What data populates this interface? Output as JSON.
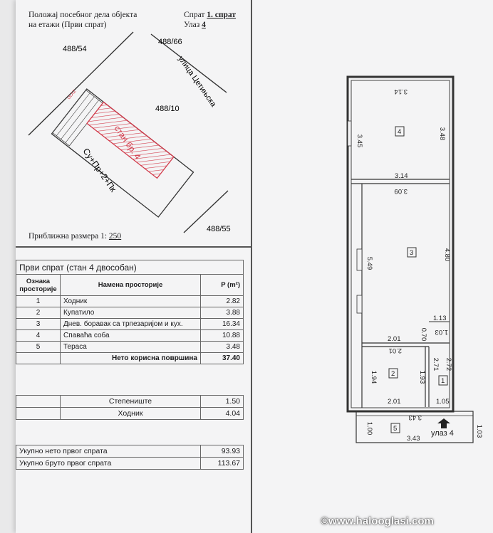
{
  "header": {
    "left_line1": "Положај посебног дела објекта",
    "left_line2": "на етажи (Први спрат)",
    "floor_label": "Спрат",
    "floor_value": "1. спрат",
    "entrance_label": "Улаз",
    "entrance_value": "4"
  },
  "site_plan": {
    "parcel_nw": "488/54",
    "parcel_ne": "488/66",
    "parcel_center": "488/10",
    "parcel_se": "488/55",
    "street": "улица  Цетињска",
    "apartment": "стан бр. 4",
    "building_floors": "Су+Пр+2+Пк",
    "entrance_mark": "ULAZ"
  },
  "scale": {
    "label": "Приближна размера 1:",
    "value": "250"
  },
  "rooms_table": {
    "title": "Први спрат (стан 4 двособан)",
    "col_number": "Ознака просторије",
    "col_purpose": "Намена просторије",
    "col_area": "P (m²)",
    "rows": [
      {
        "number": "1",
        "name": "Ходник",
        "area": "2.82"
      },
      {
        "number": "2",
        "name": "Купатило",
        "area": "3.88"
      },
      {
        "number": "3",
        "name": "Днев. боравак са трпезаријом и кух.",
        "area": "16.34"
      },
      {
        "number": "4",
        "name": "Спаваћа соба",
        "area": "10.88"
      },
      {
        "number": "5",
        "name": "Тераса",
        "area": "3.48"
      }
    ],
    "total_label": "Нето корисна површина",
    "total_value": "37.40"
  },
  "extra_table": {
    "rows": [
      {
        "name": "Степениште",
        "area": "1.50"
      },
      {
        "name": "Ходник",
        "area": "4.04"
      }
    ]
  },
  "summary_table": {
    "rows": [
      {
        "name": "Укупно нето првог спрата",
        "area": "93.93"
      },
      {
        "name": "Укупно бруто првог спрата",
        "area": "113.67"
      }
    ]
  },
  "floor_plan": {
    "room4_top": "3.14",
    "room4_left": "3.45",
    "room4_right": "3.48",
    "room4_label": "4",
    "room4_bottom": "3.14",
    "room3_top": "3.09",
    "room3_left": "5.49",
    "room3_right": "4.80",
    "room3_label": "3",
    "hall_top": "1.13",
    "hall_inner": "1.03",
    "bath_top1": "2.01",
    "bath_top2": "2.01",
    "small_070": "0.70",
    "bath_left": "1.94",
    "bath_right": "1.93",
    "room2_label": "2",
    "hall_right1": "2.71",
    "hall_right2": "2.72",
    "room1_label": "1",
    "bath_bottom": "2.01",
    "hall_bottom": "1.05",
    "terrace_top": "3.43",
    "terrace_left": "1.00",
    "terrace_right": "1.03",
    "terrace_bottom": "3.43",
    "room5_label": "5",
    "entrance": "улаз 4"
  },
  "watermark": "©www.halooglasi.com"
}
